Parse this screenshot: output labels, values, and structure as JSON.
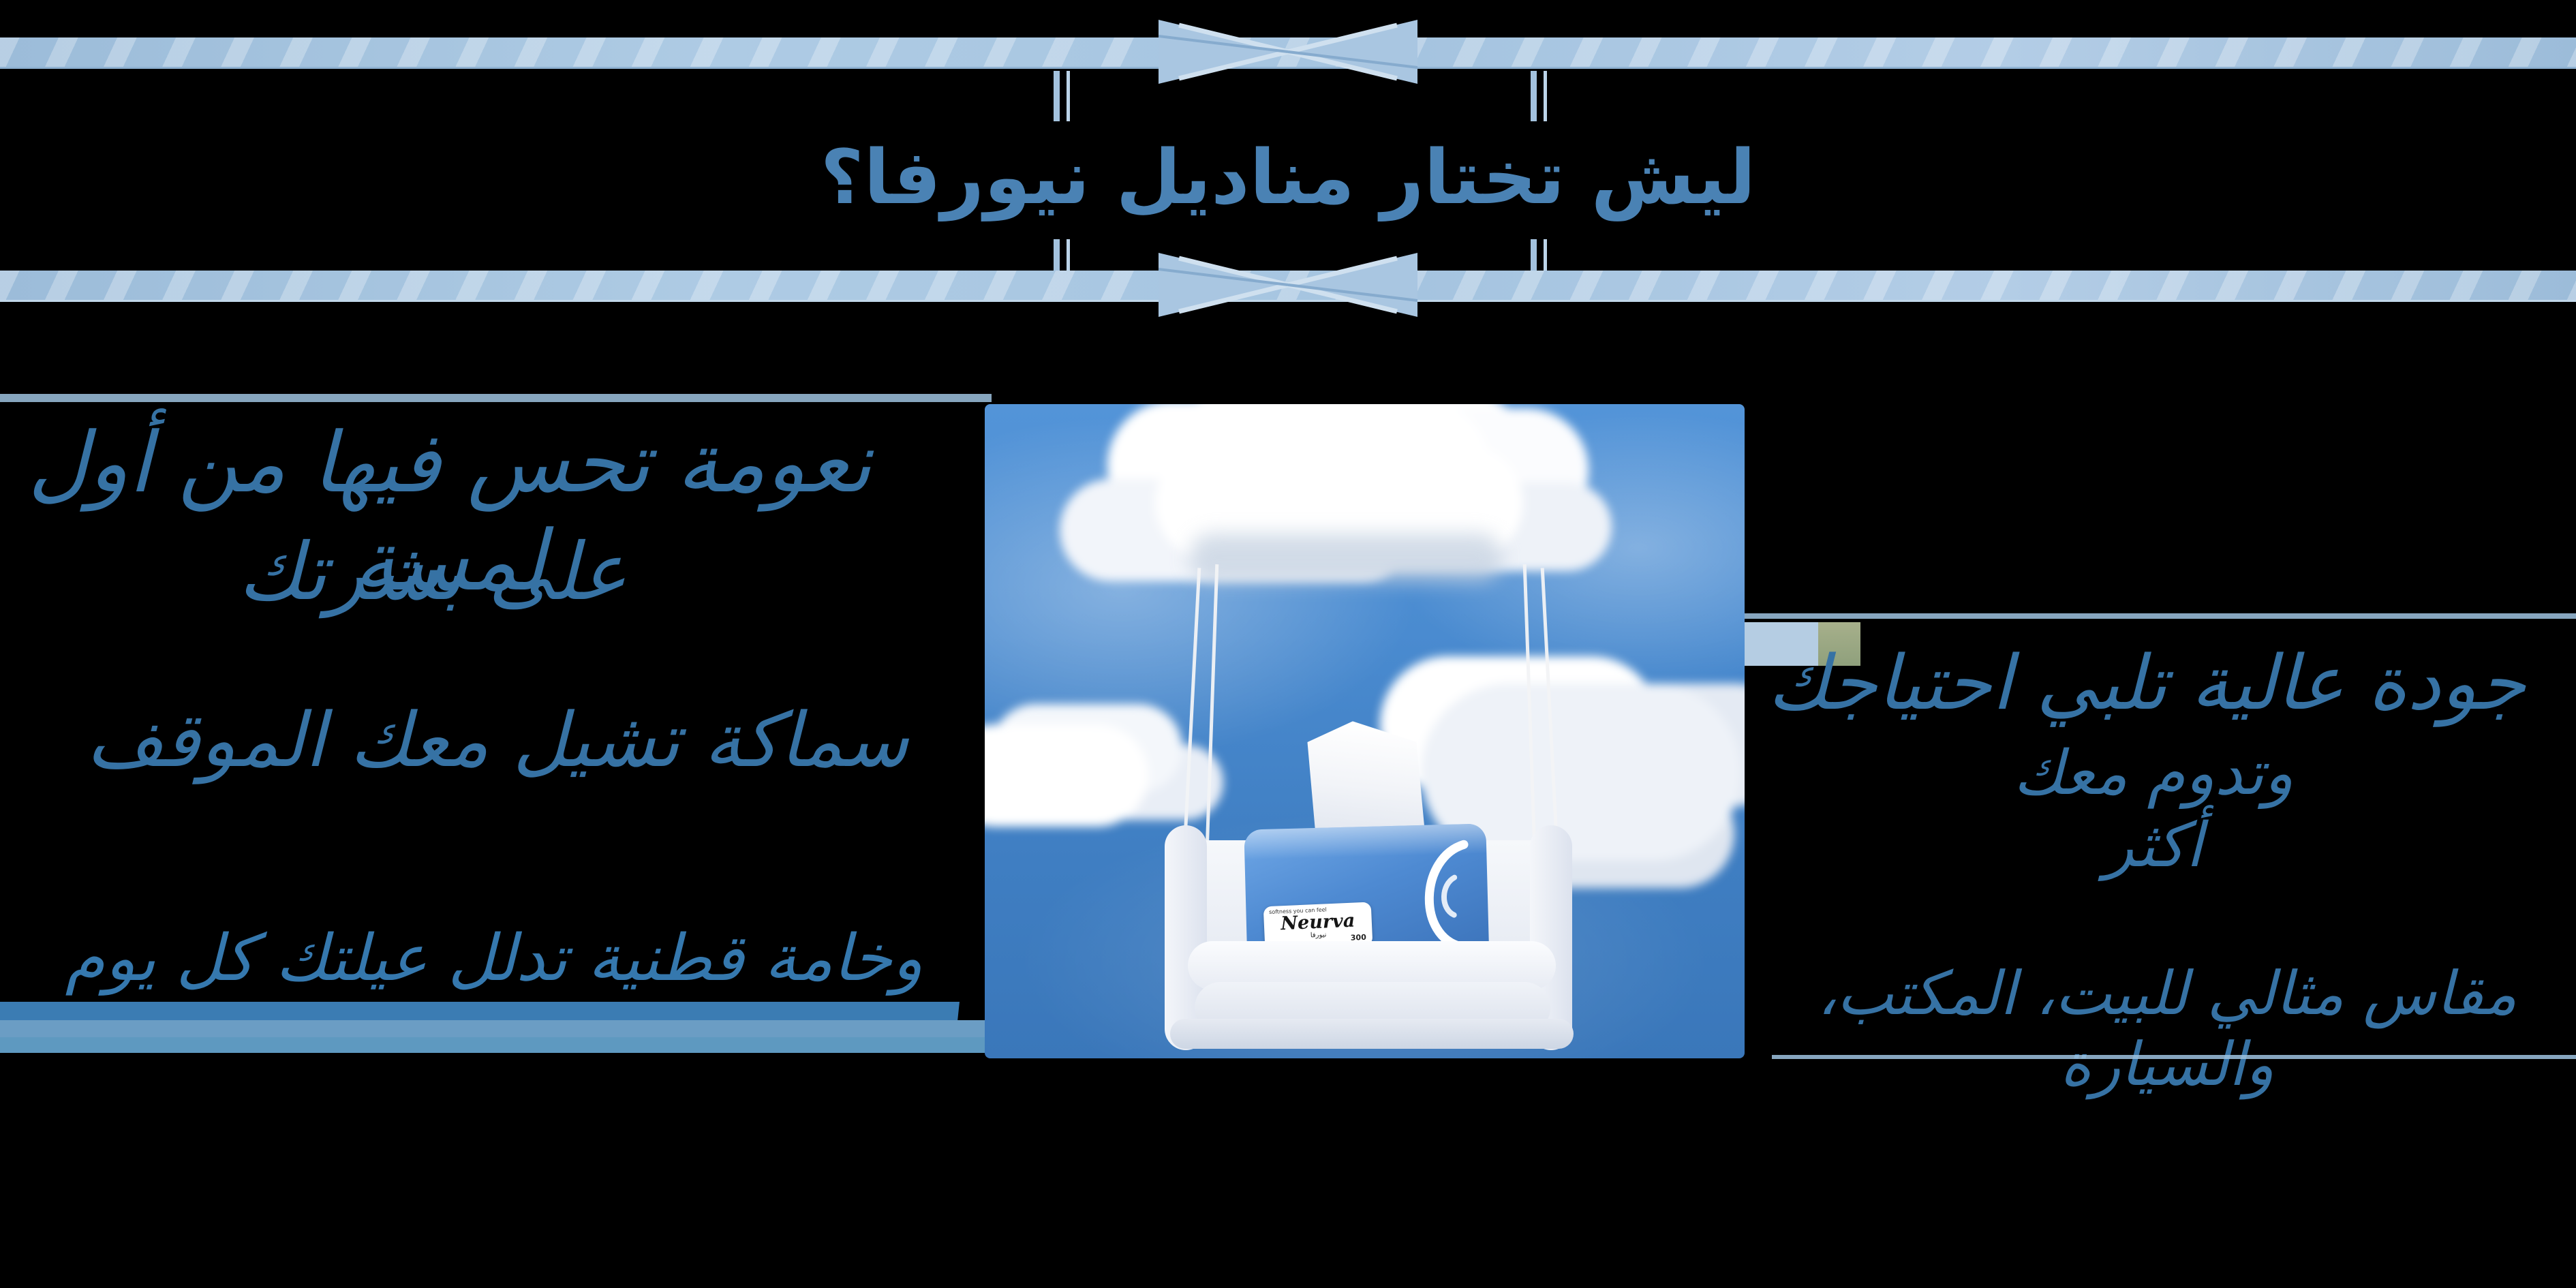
{
  "header": {
    "title": "ليش تختار مناديل نيورفا؟"
  },
  "left_panel": {
    "lines": [
      "نعومة تحس فيها من أول لمسة",
      "على بشرتك",
      "سماكة تشيل معك الموقف",
      "وخامة قطنية تدلل عيلتك كل يوم"
    ]
  },
  "right_panel": {
    "lines": [
      "جودة عالية تلبي احتياجك",
      "وتدوم معك أكثر",
      "مقاس مثالي للبيت، المكتب، والسيارة"
    ]
  },
  "product": {
    "label_tagline": "softness you can feel",
    "label_brand": "Neurva",
    "label_brand_ar": "نيورفا",
    "label_count": "300"
  },
  "colors": {
    "background": "#000000",
    "divider_bar": "#a9c6e1",
    "heading": "#4a82b4",
    "body_text": "#3672a4",
    "sky_top": "#5394d8",
    "sky_bottom": "#3a77ba",
    "tissue_box": "#4e8ad2",
    "underline_band_dark": "#3b7cb3",
    "underline_band_light": "#6b9dc4"
  }
}
